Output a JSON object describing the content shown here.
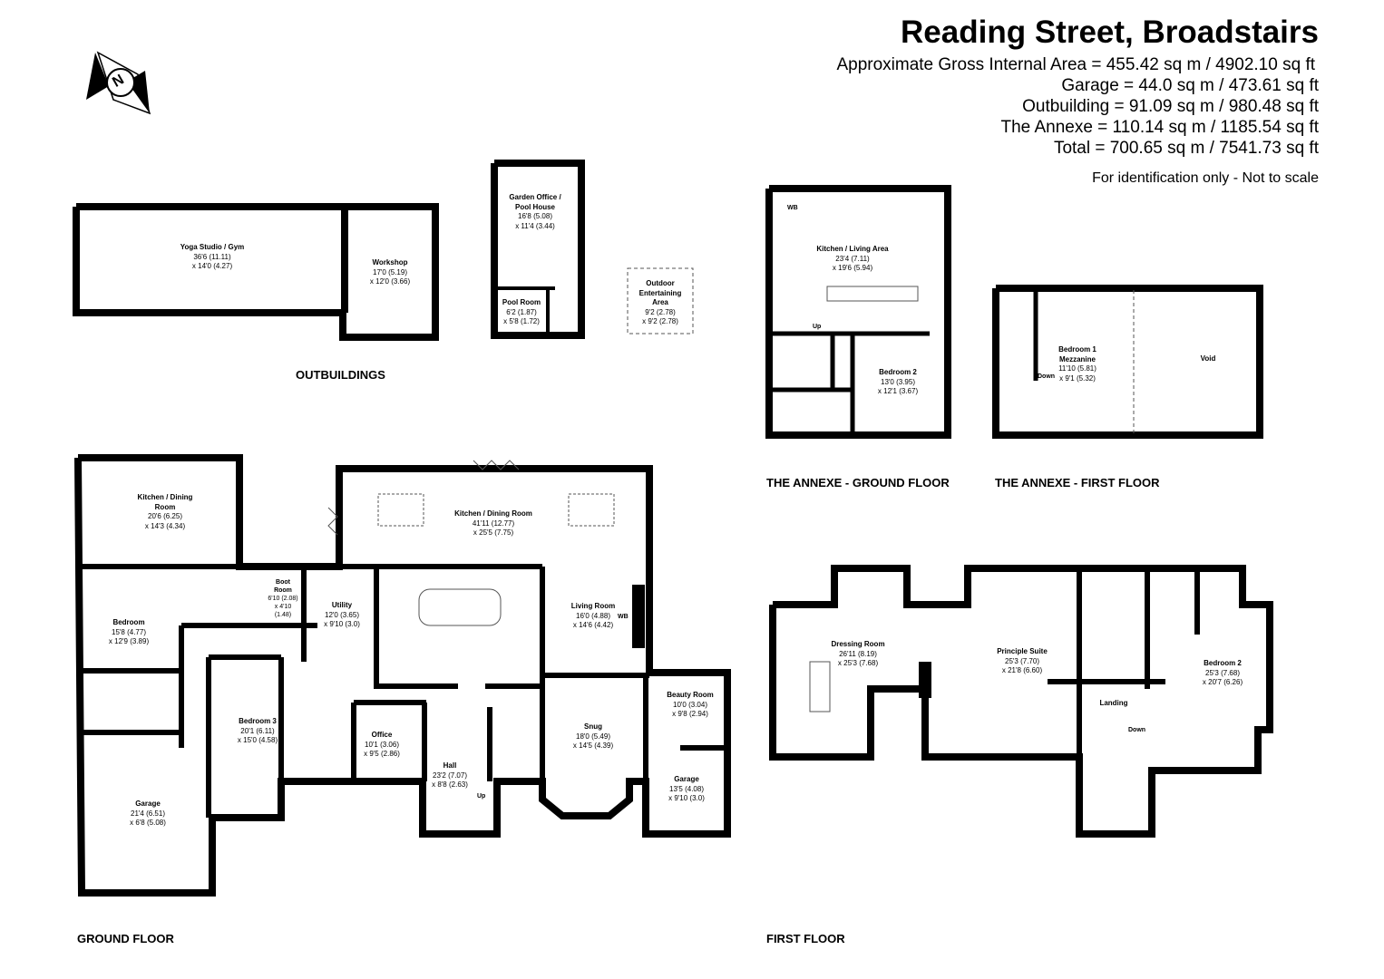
{
  "header": {
    "title": "Reading Street, Broadstairs",
    "areas": [
      "Approximate Gross Internal Area = 455.42 sq m / 4902.10 sq ft",
      "Garage = 44.0 sq m / 473.61 sq ft",
      "Outbuilding = 91.09 sq m / 980.48 sq ft",
      "The Annexe = 110.14 sq m / 1185.54 sq ft",
      "Total = 700.65 sq m / 7541.73 sq ft"
    ],
    "note": "For identification only - Not to scale"
  },
  "compass": {
    "icon": "compass-north-icon",
    "label": "N"
  },
  "sections": {
    "outbuildings": "OUTBUILDINGS",
    "annexe_ground": "THE ANNEXE - GROUND FLOOR",
    "annexe_first": "THE ANNEXE - FIRST FLOOR",
    "ground": "GROUND FLOOR",
    "first": "FIRST FLOOR"
  },
  "rooms": {
    "yoga": {
      "name": "Yoga Studio / Gym",
      "d1": "36'6 (11.11)",
      "d2": "x 14'0 (4.27)"
    },
    "workshop": {
      "name": "Workshop",
      "d1": "17'0 (5.19)",
      "d2": "x 12'0 (3.66)"
    },
    "garden_office": {
      "name": "Garden Office / Pool House",
      "d1": "16'8 (5.08)",
      "d2": "x 11'4 (3.44)"
    },
    "pool_room": {
      "name": "Pool Room",
      "d1": "6'2 (1.87)",
      "d2": "x 5'8 (1.72)"
    },
    "outdoor": {
      "name": "Outdoor Entertaining Area",
      "d1": "9'2 (2.78)",
      "d2": "x 9'2 (2.78)"
    },
    "annexe_kitchen": {
      "name": "Kitchen / Living Area",
      "d1": "23'4 (7.11)",
      "d2": "x 19'6 (5.94)"
    },
    "annexe_bed2": {
      "name": "Bedroom 2",
      "d1": "13'0 (3.95)",
      "d2": "x 12'1 (3.67)"
    },
    "annexe_bed1": {
      "name": "Bedroom 1 Mezzanine",
      "d1": "11'10 (5.81)",
      "d2": "x 9'1 (5.32)"
    },
    "void": {
      "name": "Void"
    },
    "gf_kitchen_small": {
      "name": "Kitchen / Dining Room",
      "d1": "20'6 (6.25)",
      "d2": "x 14'3 (4.34)"
    },
    "gf_kitchen": {
      "name": "Kitchen / Dining Room",
      "d1": "41'11 (12.77)",
      "d2": "x 25'5 (7.75)"
    },
    "gf_bedroom": {
      "name": "Bedroom",
      "d1": "15'8 (4.77)",
      "d2": "x 12'9 (3.89)"
    },
    "boot_room": {
      "name": "Boot Room",
      "d1": "6'10 (2.08)",
      "d2": "x 4'10 (1.48)"
    },
    "utility": {
      "name": "Utility",
      "d1": "12'0 (3.65)",
      "d2": "x 9'10 (3.0)"
    },
    "living": {
      "name": "Living Room",
      "d1": "16'0 (4.88)",
      "d2": "x 14'6 (4.42)"
    },
    "bedroom3": {
      "name": "Bedroom 3",
      "d1": "20'1 (6.11)",
      "d2": "x 15'0 (4.58)"
    },
    "office": {
      "name": "Office",
      "d1": "10'1 (3.06)",
      "d2": "x 9'5 (2.86)"
    },
    "hall": {
      "name": "Hall",
      "d1": "23'2 (7.07)",
      "d2": "x 8'8 (2.63)"
    },
    "snug": {
      "name": "Snug",
      "d1": "18'0 (5.49)",
      "d2": "x 14'5 (4.39)"
    },
    "beauty": {
      "name": "Beauty Room",
      "d1": "10'0 (3.04)",
      "d2": "x 9'8 (2.94)"
    },
    "garage_small": {
      "name": "Garage",
      "d1": "13'5 (4.08)",
      "d2": "x 9'10 (3.0)"
    },
    "garage_large": {
      "name": "Garage",
      "d1": "21'4 (6.51)",
      "d2": "x 6'8 (5.08)"
    },
    "dressing": {
      "name": "Dressing Room",
      "d1": "26'11 (8.19)",
      "d2": "x 25'3 (7.68)"
    },
    "principle": {
      "name": "Principle Suite",
      "d1": "25'3 (7.70)",
      "d2": "x 21'8 (6.60)"
    },
    "ff_bed2": {
      "name": "Bedroom 2",
      "d1": "25'3 (7.68)",
      "d2": "x 20'7 (6.26)"
    },
    "landing": {
      "name": "Landing"
    }
  },
  "markers": {
    "wb": "WB",
    "up": "Up",
    "down": "Down"
  }
}
